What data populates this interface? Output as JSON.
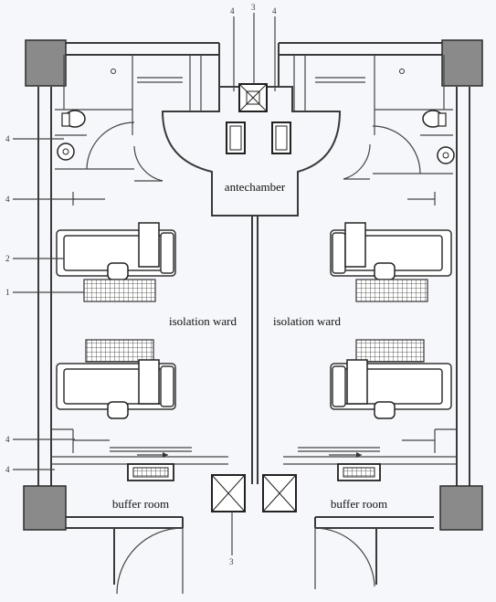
{
  "labels": {
    "antechamber": "antechamber",
    "ward_left": "isolation ward",
    "ward_right": "isolation ward",
    "buffer_left": "buffer room",
    "buffer_right": "buffer room"
  },
  "callouts": {
    "top_left_4": "4",
    "top_center_3": "3",
    "top_right_4": "4",
    "left_4a": "4",
    "left_4b": "4",
    "left_2": "2",
    "left_1": "1",
    "left_4c": "4",
    "left_4d": "4",
    "bottom_3": "3"
  }
}
